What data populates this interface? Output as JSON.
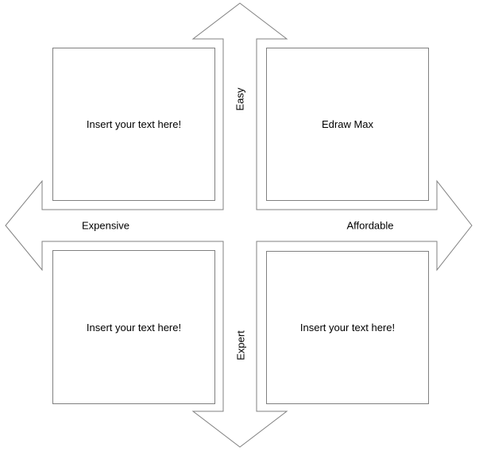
{
  "diagram": {
    "quadrants": [
      {
        "position": "top-left",
        "label": "Insert your text here!"
      },
      {
        "position": "top-right",
        "label": "Edraw Max"
      },
      {
        "position": "bottom-left",
        "label": "Insert your text here!"
      },
      {
        "position": "bottom-right",
        "label": "Insert your text here!"
      }
    ],
    "axis_labels": {
      "top": "Easy",
      "bottom": "Expert",
      "left": "Expensive",
      "right": "Affordable"
    },
    "colors": {
      "outline": "#808080",
      "text": "#000000",
      "background": "#ffffff"
    }
  }
}
